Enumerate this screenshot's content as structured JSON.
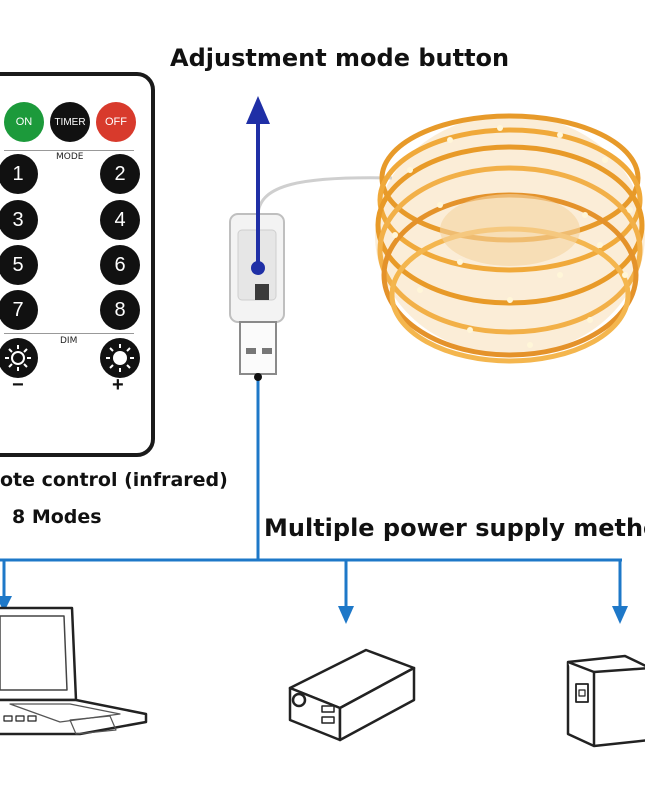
{
  "header": {
    "title": "Adjustment mode button"
  },
  "remote": {
    "btn_on": "ON",
    "btn_timer": "TIMER",
    "btn_off": "OFF",
    "mode_label": "MODE",
    "keys": [
      "1",
      "2",
      "3",
      "4",
      "5",
      "6",
      "7",
      "8"
    ],
    "dim_label": "DIM",
    "minus": "−",
    "plus": "+",
    "caption_line1": "ote control (infrared)",
    "caption_line2": "8 Modes"
  },
  "power": {
    "title": "Multiple power supply metho"
  },
  "colors": {
    "arrow_dark": "#1f2fa6",
    "arrow_light": "#1e78c8",
    "on": "#1c9a3b",
    "off": "#d83a2c",
    "lights": "#f2a93a"
  }
}
